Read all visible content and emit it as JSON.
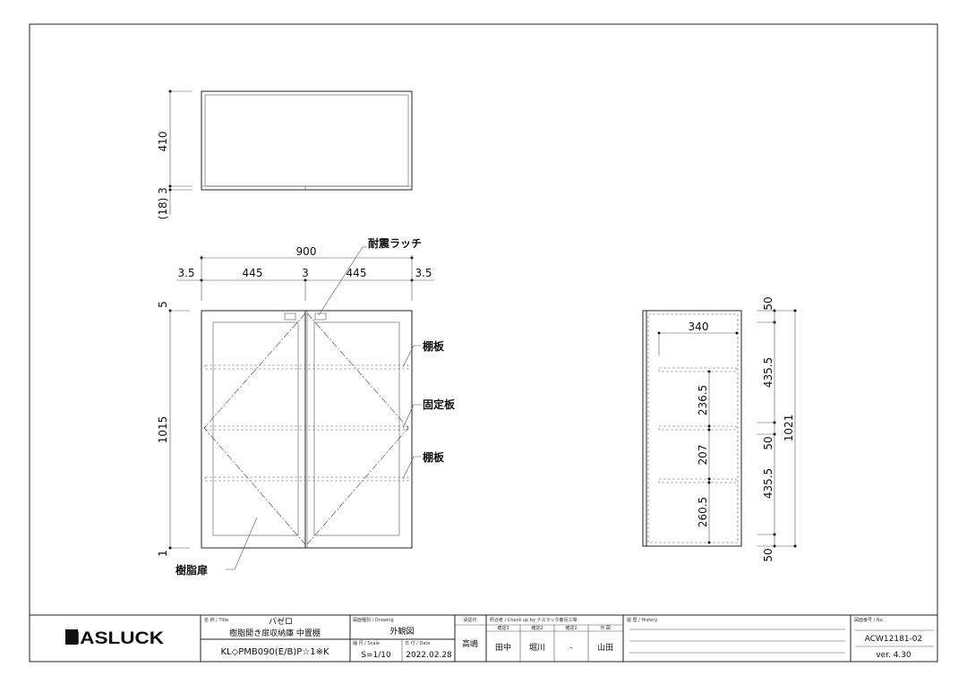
{
  "drawing": {
    "top_view": {
      "dims": [
        "410",
        "3",
        "(18)"
      ]
    },
    "front_view": {
      "overall_width": "900",
      "width_parts": [
        "3.5",
        "445",
        "3",
        "445",
        "3.5"
      ],
      "height_dims": [
        "5",
        "1015",
        "1"
      ],
      "labels": {
        "latch": "耐震ラッチ",
        "shelf1": "棚板",
        "fixed": "固定板",
        "shelf2": "棚板",
        "door": "樹脂扉"
      }
    },
    "side_view": {
      "depth": "340",
      "inner_dims": [
        "236.5",
        "207",
        "260.5"
      ],
      "right_dims": [
        "50",
        "435.5",
        "50",
        "435.5",
        "50"
      ],
      "overall_height": "1021"
    }
  },
  "title_block": {
    "logo": "NASLUCK",
    "title_label": "名 称 / Title",
    "title_main": "バゼロ",
    "title_sub": "樹脂開き扉収納庫 中置棚",
    "model": "KL◇PMB090(E/B)P☆1※K",
    "drawing_label": "図面種別 / Drawing",
    "drawing_type": "外観図",
    "scale_label": "縮 尺 / Scale",
    "scale": "S=1/10",
    "date_label": "日 付 / Date",
    "date": "2022.02.28",
    "approval_label": "承認印",
    "approver": "高嶋",
    "check_label": "照合者 / Check up by ナスラック鹿島工場",
    "check_cols": [
      "確認3",
      "確認2",
      "確認1",
      "作 図"
    ],
    "check_vals": [
      "田中",
      "堀川",
      "-",
      "山田"
    ],
    "history_label": "履 歴 / History",
    "number_label": "図面番号 / No.",
    "number": "ACW12181-02",
    "version": "ver. 4.30"
  }
}
